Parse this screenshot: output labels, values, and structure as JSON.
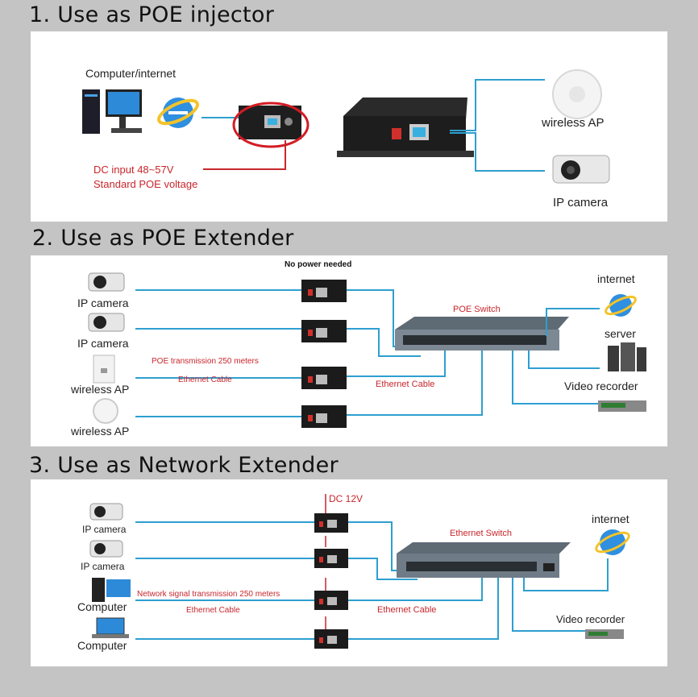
{
  "sections": {
    "s1": {
      "title": "1. Use as POE injector",
      "computer_label": "Computer/internet",
      "dc_line1": "DC input 48~57V",
      "dc_line2": "Standard POE voltage",
      "wireless_ap": "wireless AP",
      "ip_camera": "IP camera"
    },
    "s2": {
      "title": "2. Use as POE Extender",
      "no_power": "No power needed",
      "switch_label": "POE Switch",
      "ip_camera": "IP camera",
      "wireless_ap": "wireless AP",
      "poe_transmission": "POE transmission 250 meters",
      "ethernet_cable": "Ethernet Cable",
      "internet": "internet",
      "server": "server",
      "video_recorder": "Video recorder"
    },
    "s3": {
      "title": "3. Use as Network Extender",
      "dc": "DC 12V",
      "switch_label": "Ethernet Switch",
      "ip_camera": "IP camera",
      "computer": "Computer",
      "net_transmission": "Network signal transmission 250 meters",
      "ethernet_cable": "Ethernet Cable",
      "internet": "internet",
      "video_recorder": "Video recorder"
    }
  },
  "colors": {
    "cable": "#2e9fd0",
    "accent_red": "#c8262c",
    "background": "#c4c4c4"
  },
  "icons": [
    "computer-icon",
    "internet-explorer-icon",
    "poe-device-icon",
    "wireless-ap-icon",
    "ip-camera-icon",
    "switch-icon",
    "server-icon",
    "video-recorder-icon",
    "laptop-icon"
  ]
}
